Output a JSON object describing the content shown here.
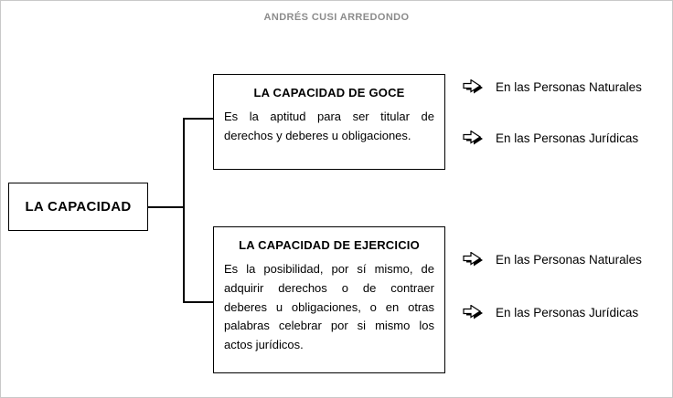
{
  "header": {
    "title": "ANDRÉS CUSI ARREDONDO"
  },
  "root": {
    "label": "LA CAPACIDAD"
  },
  "branches": [
    {
      "title": "LA CAPACIDAD DE GOCE",
      "body": "Es la aptitud para ser titular de derechos y deberes u obligaciones.",
      "items": [
        "En las Personas Naturales",
        "En las Personas Jurídicas"
      ]
    },
    {
      "title": "LA CAPACIDAD DE EJERCICIO",
      "body": "Es la posibilidad, por sí mismo, de adquirir derechos o de contraer deberes u obligaciones, o en otras palabras celebrar por si mismo los actos jurídicos.",
      "items": [
        "En las Personas Naturales",
        "En las Personas Jurídicas"
      ]
    }
  ],
  "icons": {
    "arrow": "right-arrow-3d"
  },
  "colors": {
    "background": "#ffffff",
    "border": "#000000",
    "watermark_text": "#8c8c8c",
    "text": "#000000"
  }
}
